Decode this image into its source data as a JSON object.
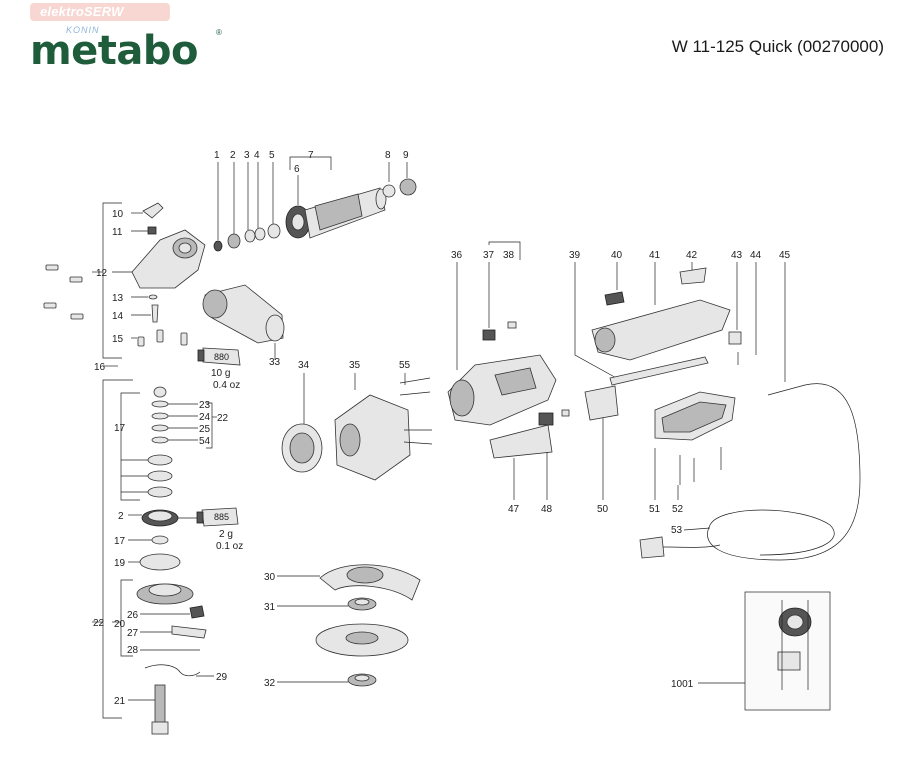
{
  "header": {
    "watermark_text": "elektroSERW",
    "watermark_sub": "KONIN",
    "logo_text": "metabo",
    "logo_reg": "®",
    "model_title": "W 11-125 Quick (00270000)"
  },
  "callouts": [
    "1",
    "2",
    "3",
    "4",
    "5",
    "6",
    "7",
    "8",
    "9",
    "10",
    "11",
    "12",
    "13",
    "14",
    "15",
    "16",
    "33",
    "34",
    "35",
    "55",
    "36",
    "37",
    "38",
    "39",
    "40",
    "41",
    "42",
    "43",
    "44",
    "45",
    "47",
    "48",
    "50",
    "51",
    "52",
    "53",
    "17",
    "23",
    "24",
    "25",
    "54",
    "22",
    "2",
    "885",
    "17",
    "19",
    "20",
    "22",
    "26",
    "27",
    "28",
    "29",
    "21",
    "30",
    "31",
    "32",
    "1001"
  ],
  "grease_tubes": [
    {
      "code": "880",
      "weight": "10 g",
      "oz": "0.4 oz"
    },
    {
      "code": "885",
      "weight": "2 g",
      "oz": "0.1 oz"
    }
  ],
  "colors": {
    "logo": "#1f5c3c",
    "ink": "#222222",
    "part_fill": "#e6e6e6"
  }
}
